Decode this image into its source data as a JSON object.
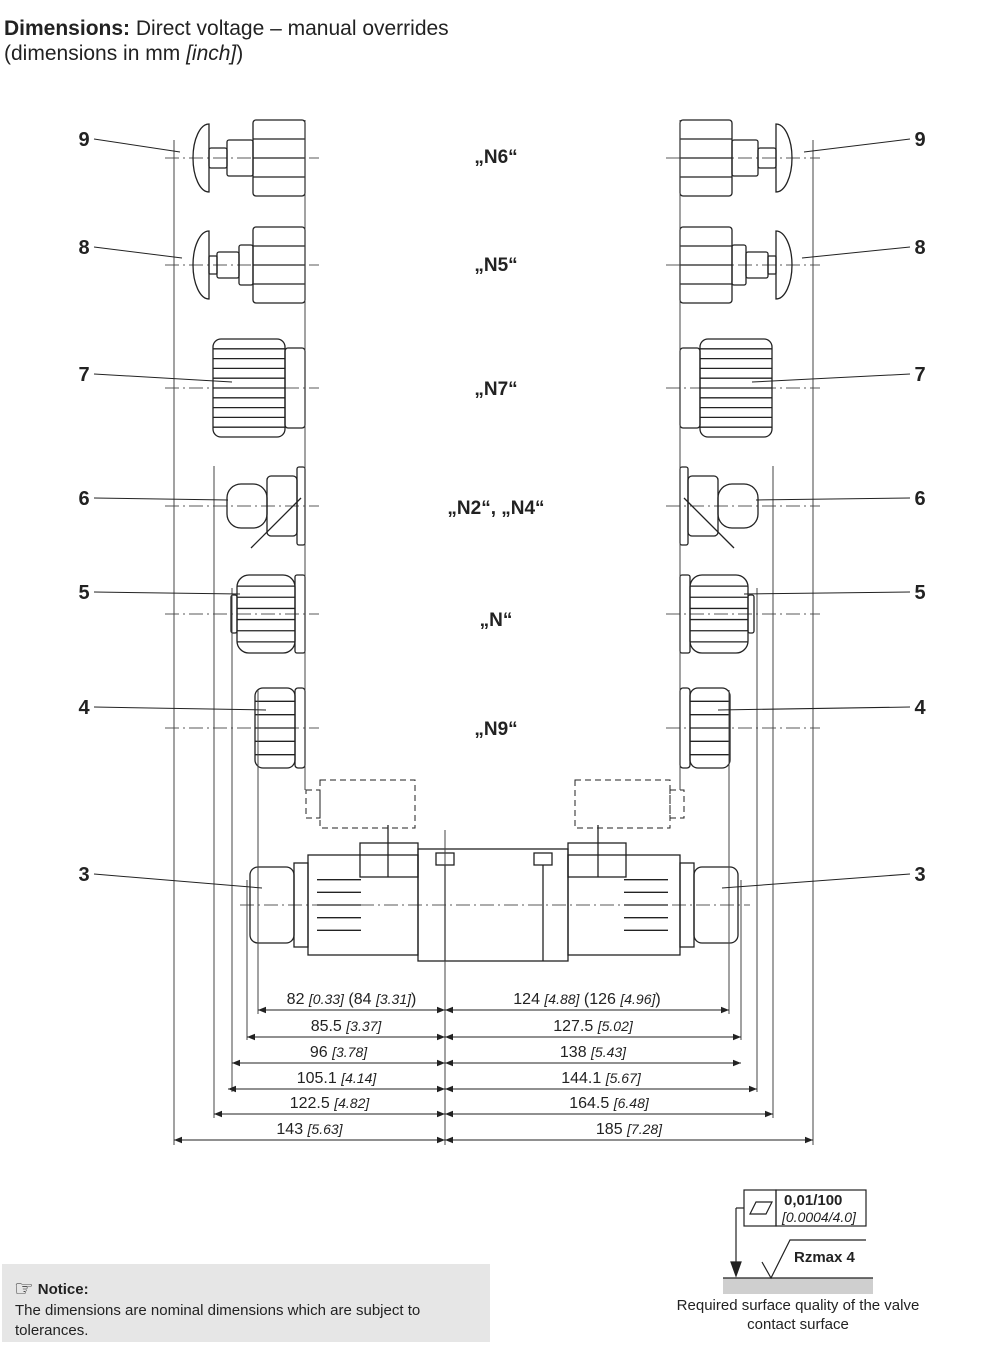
{
  "header": {
    "title_bold": "Dimensions:",
    "title_rest": " Direct voltage – manual overrides",
    "subtitle_pre": "(dimensions in mm ",
    "subtitle_unit": "[inch]",
    "subtitle_post": ")"
  },
  "items": [
    {
      "num": "9",
      "label": "„N6“"
    },
    {
      "num": "8",
      "label": "„N5“"
    },
    {
      "num": "7",
      "label": "„N7“"
    },
    {
      "num": "6",
      "label": "„N2“, „N4“"
    },
    {
      "num": "5",
      "label": "„N“"
    },
    {
      "num": "4",
      "label": "„N9“"
    },
    {
      "num": "3",
      "label": ""
    }
  ],
  "dimensions": {
    "left": [
      {
        "mm": "82",
        "inch": "[0.33]",
        "mm2": "84",
        "inch2": "[3.31]"
      },
      {
        "mm": "85.5",
        "inch": "[3.37]"
      },
      {
        "mm": "96",
        "inch": "[3.78]"
      },
      {
        "mm": "105.1",
        "inch": "[4.14]"
      },
      {
        "mm": "122.5",
        "inch": "[4.82]"
      },
      {
        "mm": "143",
        "inch": "[5.63]"
      }
    ],
    "right": [
      {
        "mm": "124",
        "inch": "[4.88]",
        "mm2": "126",
        "inch2": "[4.96]"
      },
      {
        "mm": "127.5",
        "inch": "[5.02]"
      },
      {
        "mm": "138",
        "inch": "[5.43]"
      },
      {
        "mm": "144.1",
        "inch": "[5.67]"
      },
      {
        "mm": "164.5",
        "inch": "[6.48]"
      },
      {
        "mm": "185",
        "inch": "[7.28]"
      }
    ]
  },
  "surface": {
    "flatness": "0,01/100",
    "flatness_inch": "[0.0004/4.0]",
    "roughness": "Rzmax  4",
    "caption_line1": "Required surface quality of the valve",
    "caption_line2": "contact surface"
  },
  "notice": {
    "icon": "pointing-hand-icon",
    "heading": "Notice:",
    "text": "The dimensions are nominal dimensions which are subject to tolerances."
  }
}
